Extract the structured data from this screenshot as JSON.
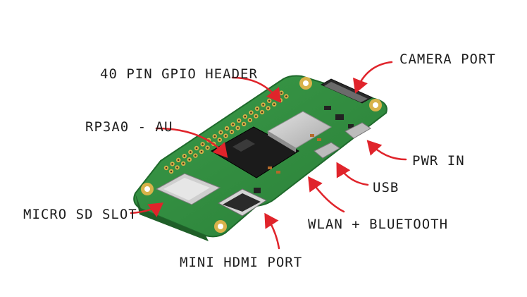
{
  "labels": {
    "gpio": "40 PIN GPIO HEADER",
    "soc": "RP3A0 - AU",
    "camera": "CAMERA PORT",
    "pwr": "PWR IN",
    "usb": "USB",
    "wlan": "WLAN + BLUETOOTH",
    "sd": "MICRO SD SLOT",
    "hdmi": "MINI HDMI PORT"
  },
  "colors": {
    "board": "#2f8a3e",
    "board_edge": "#1f6a2c",
    "arrow": "#e0242b",
    "text": "#1d1d1d",
    "chip": "#1b1b1b",
    "shield": "#c9c9c9",
    "gold": "#d8b24a"
  }
}
